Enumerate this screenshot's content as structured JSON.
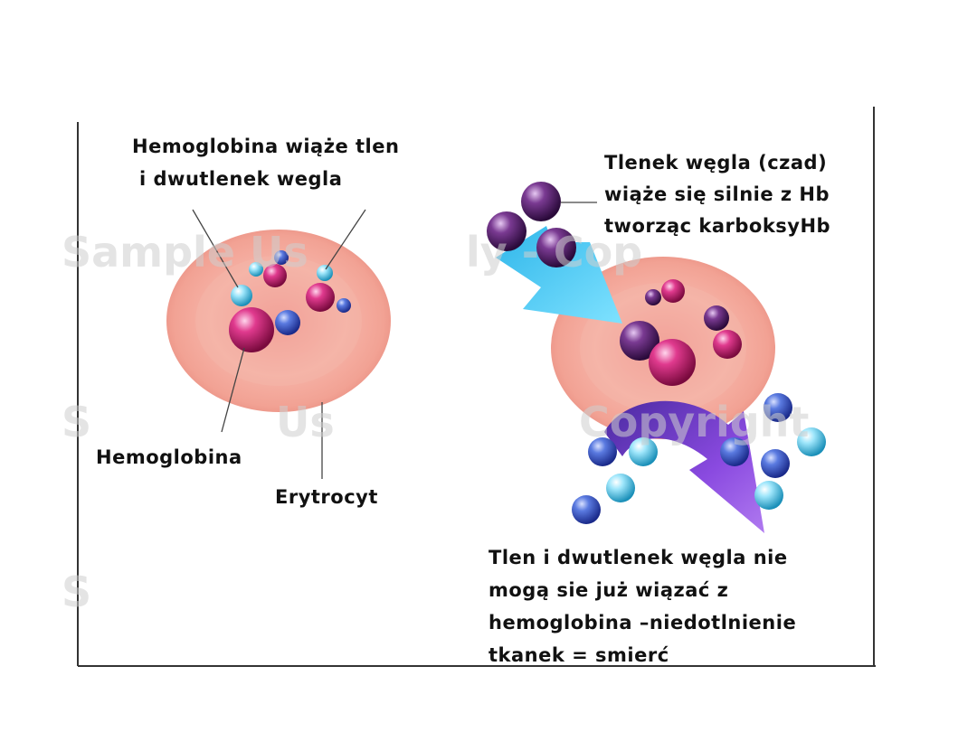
{
  "labels": {
    "hb_binds_line1": "Hemoglobina wiąże tlen",
    "hb_binds_line2": "i  dwutlenek wegla",
    "hemoglobina": "Hemoglobina",
    "erytrocyt": "Erytrocyt",
    "co_line1": "Tlenek węgla (czad)",
    "co_line2": "wiąże się silnie z Hb",
    "co_line3": "tworząc karboksyHb",
    "result_line1": "Tlen i dwutlenek węgla nie",
    "result_line2": "mogą sie już wiązać z",
    "result_line3": "hemoglobina –niedotlnienie",
    "result_line4": "tkanek   = smierć"
  },
  "watermarks": {
    "w1": "Sample Us",
    "w2": "ly - Cop",
    "w3": "S",
    "w4": "Us",
    "w5": "Copyright",
    "w6": "S"
  },
  "colors": {
    "cell": "#f6b2a6",
    "oxygen_cyan": "#6fd0ef",
    "blue_molecule": "#2f4fbf",
    "magenta_molecule": "#c8196e",
    "carbon_monoxide": "#5a1f6e",
    "arrow_cyan": "#33c6f0",
    "arrow_purple": "#7a3fd0"
  }
}
